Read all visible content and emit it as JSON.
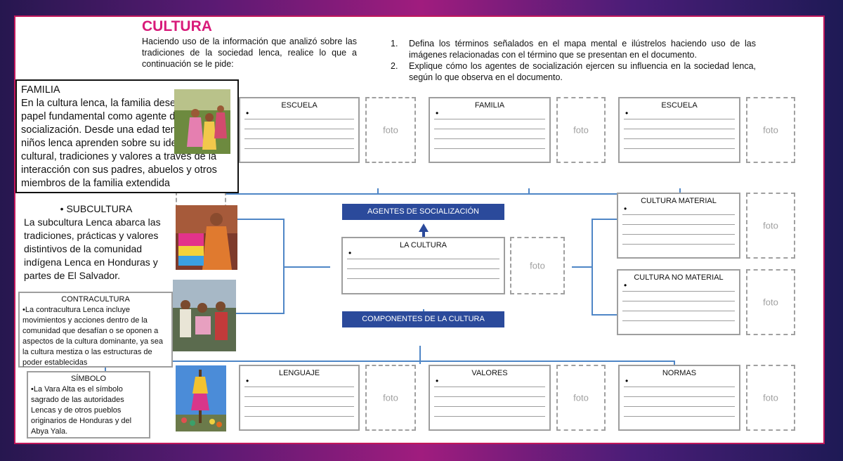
{
  "title": "CULTURA",
  "intro": "Haciendo uso de la información que analizó sobre las tradiciones de la sociedad lenca, realice lo que a continuación se le pide:",
  "instructions": [
    {
      "num": "1.",
      "text": "Defina los términos señalados en el mapa mental e ilústrelos haciendo uso de las imágenes relacionadas con el término que se presentan en el documento."
    },
    {
      "num": "2.",
      "text": "Explique cómo los agentes de socialización ejercen su influencia en la sociedad lenca, según lo que observa en el documento."
    }
  ],
  "cards": {
    "escuela1": "ESCUELA",
    "familia": "FAMILIA",
    "escuela2": "ESCUELA",
    "cultura_material": "CULTURA MATERIAL",
    "cultura_no_material": "CULTURA NO MATERIAL",
    "la_cultura": "LA CULTURA",
    "lenguaje": "LENGUAJE",
    "valores": "VALORES",
    "normas": "NORMAS"
  },
  "bullet": "•",
  "foto_label": "foto",
  "agentes": "AGENTES DE SOCIALIZACIÓN",
  "componentes": "COMPONENTES DE LA CULTURA",
  "familia_box": {
    "heading": "FAMILIA",
    "text": "En la cultura lenca, la familia desempeña un papel fundamental como agente de socialización. Desde una edad temprana, los niños lenca aprenden sobre su identidad cultural, tradiciones y valores a través de la interacción con sus padres, abuelos y otros miembros de la familia extendida"
  },
  "subcultura": {
    "heading": "SUBCULTURA",
    "text": "La subcultura Lenca abarca las tradiciones, prácticas y valores distintivos de la comunidad indígena Lenca en Honduras y partes de El Salvador."
  },
  "contracultura": {
    "heading": "CONTRACULTURA",
    "text": "•La contracultura Lenca incluye movimientos y acciones dentro de la comunidad que desafían o se oponen a aspectos de la cultura dominante, ya sea la cultura mestiza o las estructuras de poder establecidas"
  },
  "simbolo": {
    "heading": "SÍMBOLO",
    "text": "•La Vara Alta es el símbolo sagrado de las autoridades Lencas y de otros pueblos originarios de Honduras y del Abya Yala."
  }
}
